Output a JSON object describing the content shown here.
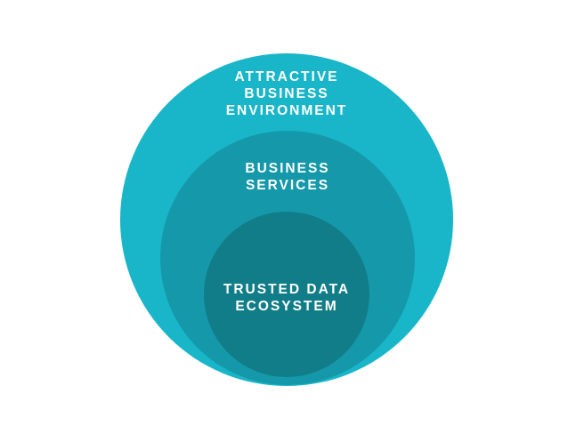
{
  "diagram": {
    "circles": [
      {
        "label": "ATTRACTIVE\nBUSINESS\nENVIRONMENT",
        "color": "#18b6c8"
      },
      {
        "label": "BUSINESS\nSERVICES",
        "color": "#1599aa"
      },
      {
        "label": "TRUSTED DATA\nECOSYSTEM",
        "color": "#117d88"
      }
    ]
  }
}
